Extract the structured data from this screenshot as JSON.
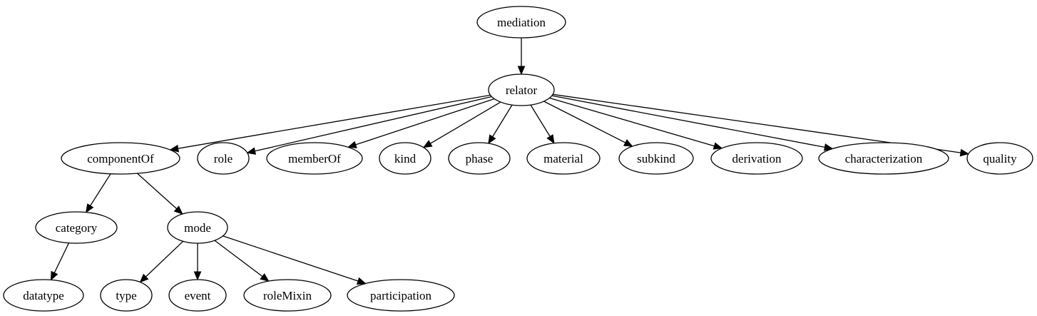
{
  "nodes": [
    {
      "id": "mediation",
      "label": "mediation"
    },
    {
      "id": "relator",
      "label": "relator"
    },
    {
      "id": "componentOf",
      "label": "componentOf"
    },
    {
      "id": "role",
      "label": "role"
    },
    {
      "id": "memberOf",
      "label": "memberOf"
    },
    {
      "id": "kind",
      "label": "kind"
    },
    {
      "id": "phase",
      "label": "phase"
    },
    {
      "id": "material",
      "label": "material"
    },
    {
      "id": "subkind",
      "label": "subkind"
    },
    {
      "id": "derivation",
      "label": "derivation"
    },
    {
      "id": "characterization",
      "label": "characterization"
    },
    {
      "id": "quality",
      "label": "quality"
    },
    {
      "id": "category",
      "label": "category"
    },
    {
      "id": "mode",
      "label": "mode"
    },
    {
      "id": "datatype",
      "label": "datatype"
    },
    {
      "id": "type",
      "label": "type"
    },
    {
      "id": "event",
      "label": "event"
    },
    {
      "id": "roleMixin",
      "label": "roleMixin"
    },
    {
      "id": "participation",
      "label": "participation"
    }
  ],
  "edges": [
    {
      "from": "mediation",
      "to": "relator"
    },
    {
      "from": "relator",
      "to": "componentOf"
    },
    {
      "from": "relator",
      "to": "role"
    },
    {
      "from": "relator",
      "to": "memberOf"
    },
    {
      "from": "relator",
      "to": "kind"
    },
    {
      "from": "relator",
      "to": "phase"
    },
    {
      "from": "relator",
      "to": "material"
    },
    {
      "from": "relator",
      "to": "subkind"
    },
    {
      "from": "relator",
      "to": "derivation"
    },
    {
      "from": "relator",
      "to": "characterization"
    },
    {
      "from": "relator",
      "to": "quality"
    },
    {
      "from": "componentOf",
      "to": "category"
    },
    {
      "from": "componentOf",
      "to": "mode"
    },
    {
      "from": "category",
      "to": "datatype"
    },
    {
      "from": "mode",
      "to": "type"
    },
    {
      "from": "mode",
      "to": "event"
    },
    {
      "from": "mode",
      "to": "roleMixin"
    },
    {
      "from": "mode",
      "to": "participation"
    }
  ]
}
